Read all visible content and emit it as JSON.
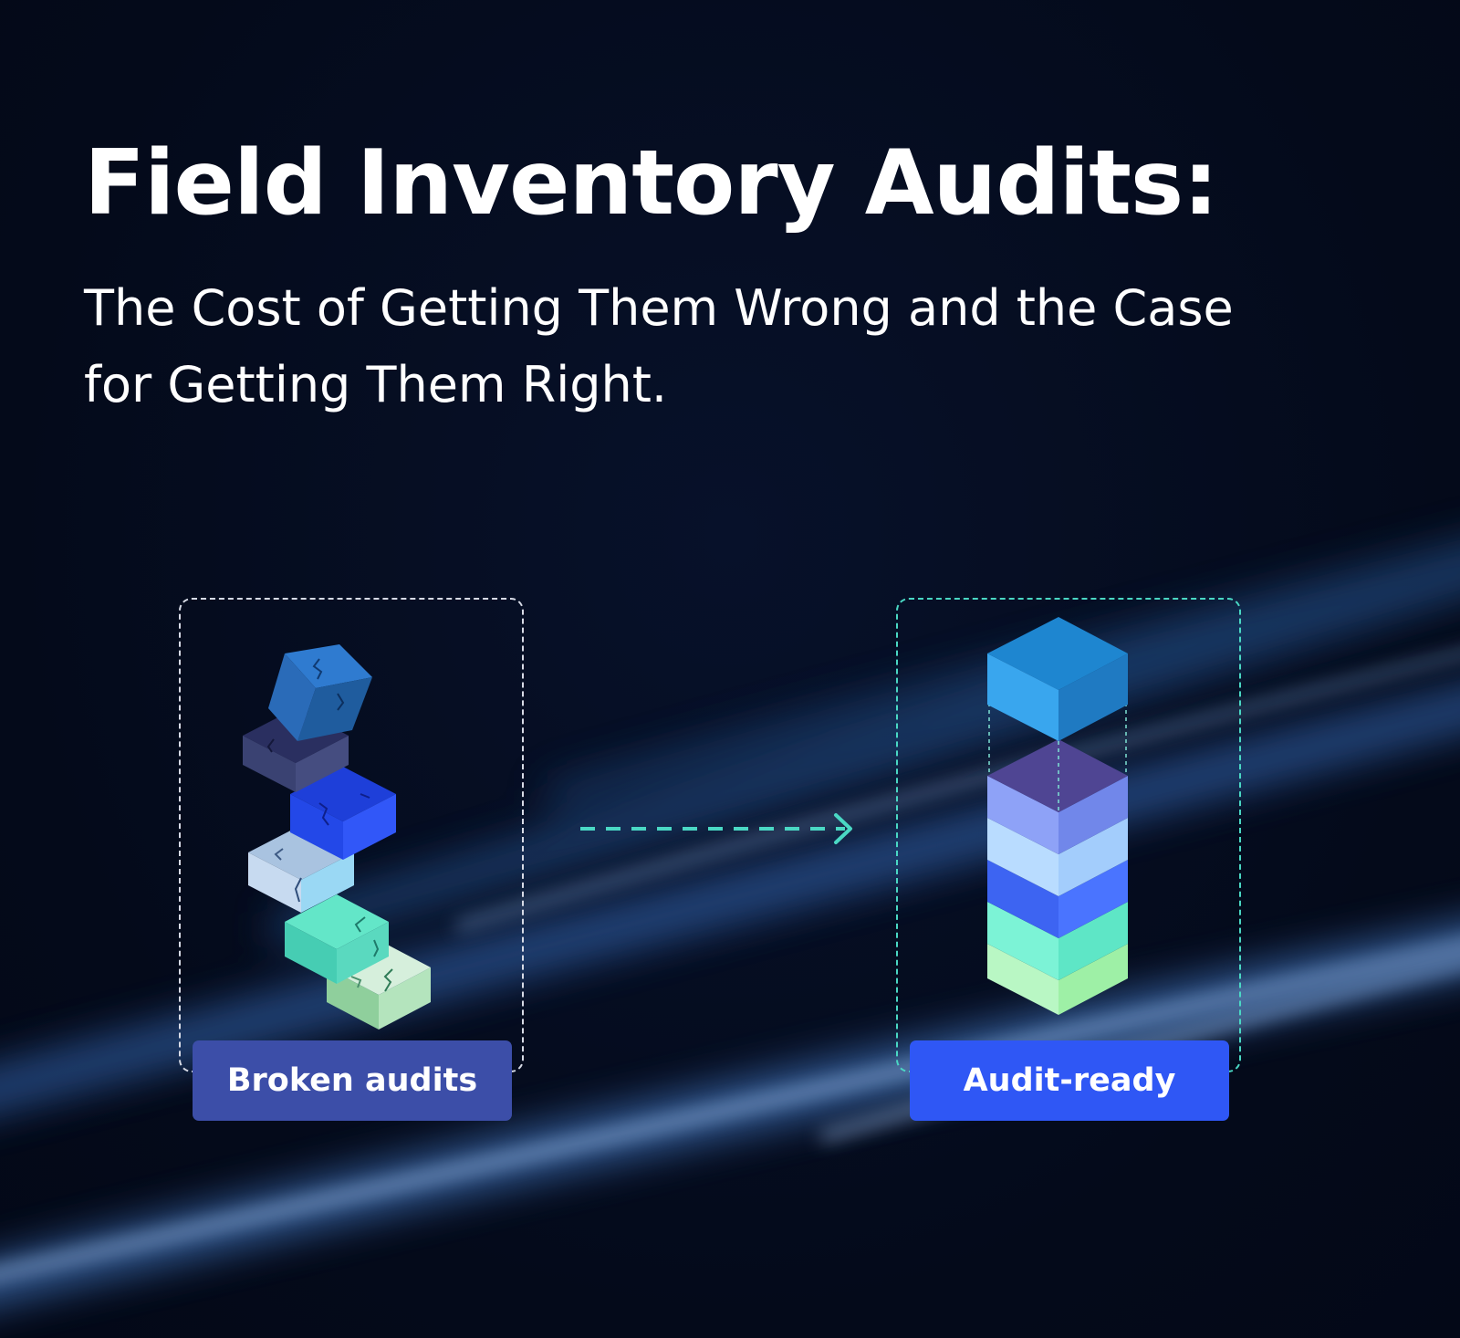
{
  "header": {
    "title": "Field Inventory Audits:",
    "subtitle": "The Cost of Getting Them Wrong and the Case for Getting Them Right."
  },
  "comparison": {
    "before_label": "Broken audits",
    "after_label": "Audit-ready"
  },
  "colors": {
    "background": "#050b1c",
    "before_badge": "#3c4ea8",
    "after_badge": "#2f57f5",
    "teal_accent": "#4ad8c4"
  },
  "icons": [
    "broken-block-stack-icon",
    "stacked-blocks-icon",
    "dashed-arrow-right-icon"
  ]
}
